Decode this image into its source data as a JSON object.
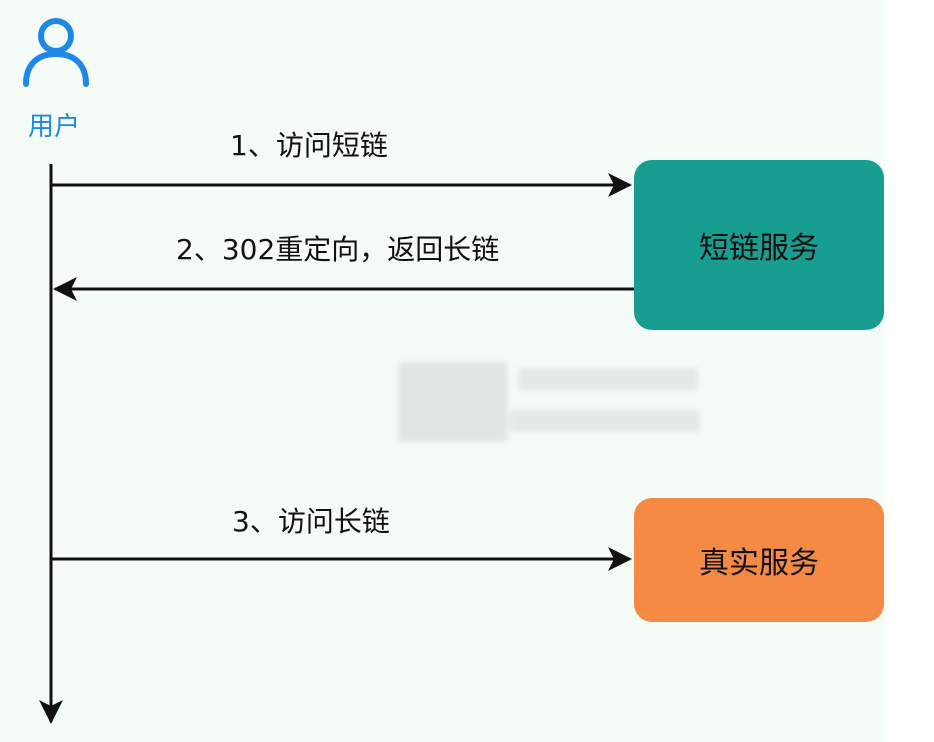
{
  "actor": {
    "label": "用户",
    "icon": "user-icon",
    "color": "#1e88e5"
  },
  "messages": [
    {
      "label": "1、访问短链"
    },
    {
      "label": "2、302重定向，返回长链"
    },
    {
      "label": "3、访问长链"
    }
  ],
  "services": {
    "short": {
      "label": "短链服务",
      "color": "#189e90"
    },
    "real": {
      "label": "真实服务",
      "color": "#f58a45"
    }
  }
}
